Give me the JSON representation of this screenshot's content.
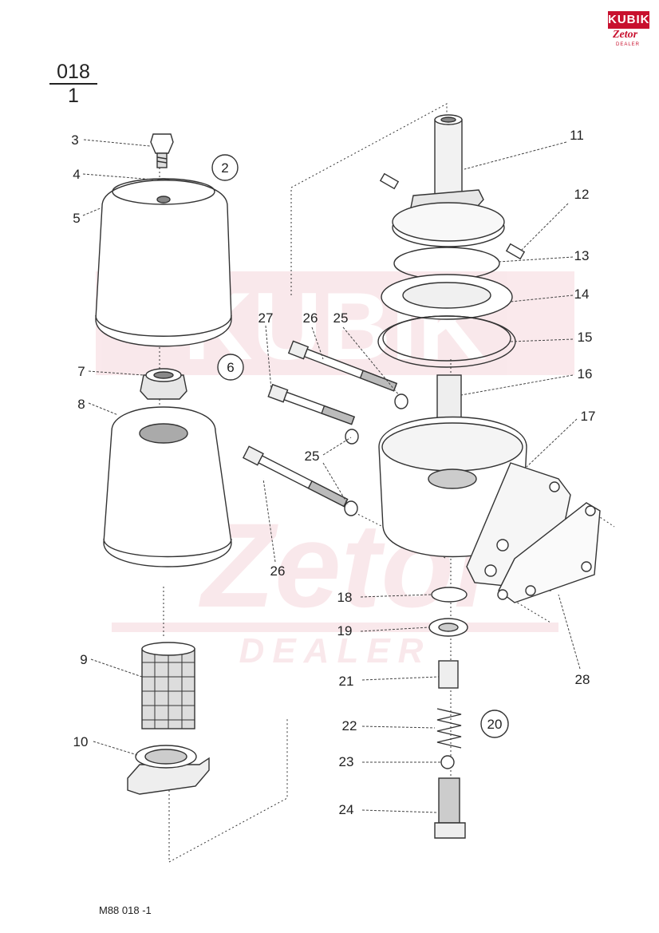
{
  "header": {
    "section_top": "018",
    "section_bottom": "1"
  },
  "logo": {
    "brand": "KUBIK",
    "make": "Zetor",
    "dealer": "DEALER"
  },
  "watermark": {
    "brand": "KUBIK",
    "make": "Zetor",
    "dealer": "DEALER"
  },
  "callouts": {
    "c3": "3",
    "c4": "4",
    "c5": "5",
    "c7": "7",
    "c8": "8",
    "c9": "9",
    "c10": "10",
    "c11": "11",
    "c12": "12",
    "c13": "13",
    "c14": "14",
    "c15": "15",
    "c16": "16",
    "c17": "17",
    "c18": "18",
    "c19": "19",
    "c21": "21",
    "c22": "22",
    "c23": "23",
    "c24": "24",
    "c25a": "25",
    "c25b": "25",
    "c26a": "26",
    "c26b": "26",
    "c27": "27",
    "c28": "28"
  },
  "circled": {
    "g2": "2",
    "g6": "6",
    "g20": "20"
  },
  "footer": {
    "code": "M88   018 -1"
  }
}
